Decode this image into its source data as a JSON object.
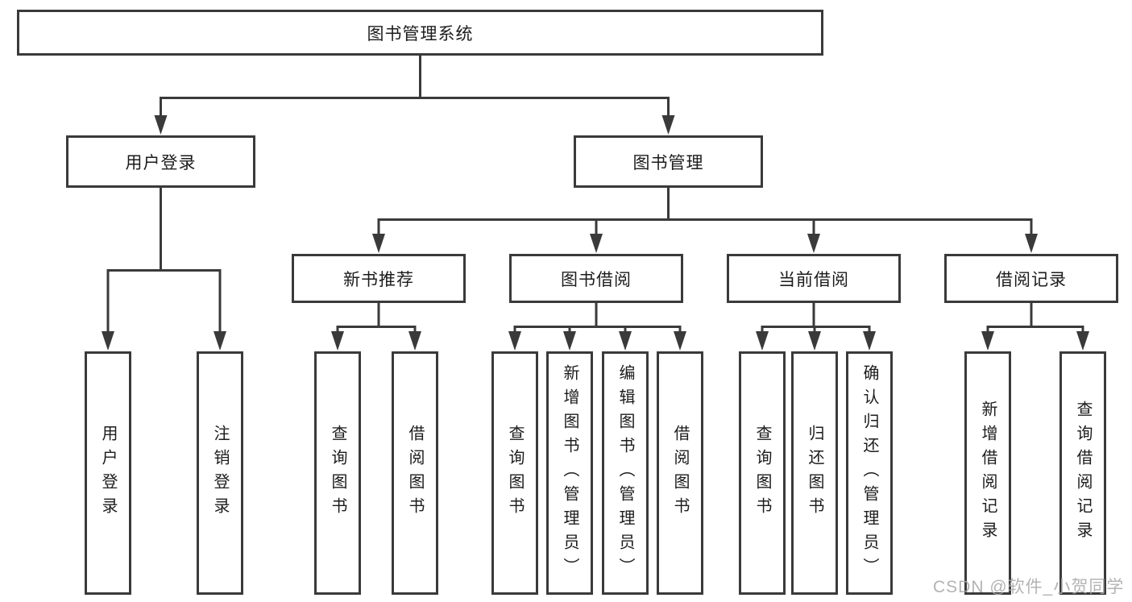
{
  "tree": {
    "root": {
      "label": "图书管理系统"
    },
    "branches": [
      {
        "label": "用户登录",
        "children": [
          "用户登录",
          "注销登录"
        ]
      },
      {
        "label": "图书管理",
        "groups": [
          {
            "label": "新书推荐",
            "children": [
              "查询图书",
              "借阅图书"
            ]
          },
          {
            "label": "图书借阅",
            "children": [
              "查询图书",
              "新增图书（管理员）",
              "编辑图书（管理员）",
              "借阅图书"
            ]
          },
          {
            "label": "当前借阅",
            "children": [
              "查询图书",
              "归还图书",
              "确认归还（管理员）"
            ]
          },
          {
            "label": "借阅记录",
            "children": [
              "新增借阅记录",
              "查询借阅记录"
            ]
          }
        ]
      }
    ]
  },
  "watermark": "CSDN @软件_小贺同学",
  "colors": {
    "line": "#3a3a3a",
    "text": "#1c1c1c",
    "watermark": "#a8a8a8",
    "background": "#ffffff"
  }
}
